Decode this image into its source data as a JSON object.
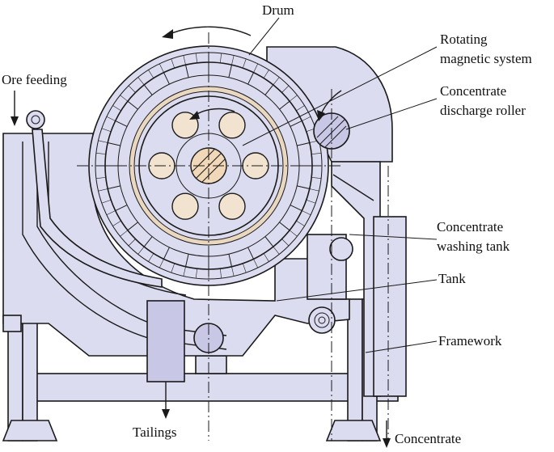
{
  "labels": {
    "drum": "Drum",
    "rotating_magnetic_system_line1": "Rotating",
    "rotating_magnetic_system_line2": "magnetic system",
    "concentrate_discharge_roller_line1": "Concentrate",
    "concentrate_discharge_roller_line2": "discharge roller",
    "ore_feeding": "Ore feeding",
    "concentrate_washing_tank_line1": "Concentrate",
    "concentrate_washing_tank_line2": "washing tank",
    "tank": "Tank",
    "framework": "Framework",
    "tailings": "Tailings",
    "concentrate": "Concentrate"
  },
  "colors": {
    "fill_main": "#dcdcf0",
    "fill_dark": "#c8c8e6",
    "magnet_ring": "#f1e3cf",
    "shaft": "#f0d8b8",
    "stroke": "#1a1a1a"
  }
}
